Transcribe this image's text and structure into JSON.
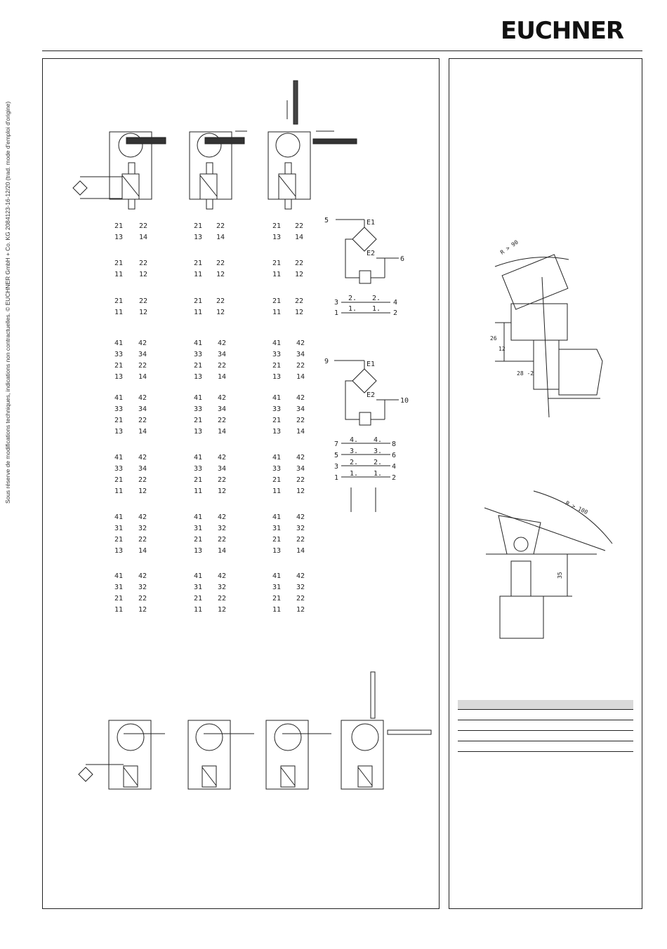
{
  "brand": {
    "logo_text": "EUCHNER"
  },
  "side_note": "Sous réserve de modifications techniques, indications non contractuelles.   © EUCHNER GmbH + Co. KG   2084123-16-12/20 (trad. mode d'emploi d'origine)",
  "contact_rows": [
    {
      "top": "21",
      "topr": "22",
      "bot": "13",
      "botr": "14"
    },
    {
      "top": "21",
      "topr": "22",
      "bot": "11",
      "botr": "12"
    },
    {
      "top": "21",
      "topr": "22",
      "bot": "11",
      "botr": "12"
    }
  ],
  "contact_blocks4": [
    {
      "a": "41",
      "ar": "42",
      "b": "33",
      "br": "34",
      "c": "21",
      "cr": "22",
      "d": "13",
      "dr": "14"
    },
    {
      "a": "41",
      "ar": "42",
      "b": "33",
      "br": "34",
      "c": "21",
      "cr": "22",
      "d": "13",
      "dr": "14"
    },
    {
      "a": "41",
      "ar": "42",
      "b": "33",
      "br": "34",
      "c": "21",
      "cr": "22",
      "d": "11",
      "dr": "12"
    },
    {
      "a": "41",
      "ar": "42",
      "b": "31",
      "br": "32",
      "c": "21",
      "cr": "22",
      "d": "13",
      "dr": "14"
    },
    {
      "a": "41",
      "ar": "42",
      "b": "31",
      "br": "32",
      "c": "21",
      "cr": "22",
      "d": "11",
      "dr": "12"
    }
  ],
  "circuit1": {
    "in": "5",
    "out": "6",
    "e1": "E1",
    "e2": "E2",
    "rows": [
      {
        "l": "3",
        "m1": "2.",
        "m2": "2.",
        "r": "4"
      },
      {
        "l": "1",
        "m1": "1.",
        "m2": "1.",
        "r": "2"
      }
    ]
  },
  "circuit2": {
    "in": "9",
    "out": "10",
    "e1": "E1",
    "e2": "E2",
    "rows": [
      {
        "l": "7",
        "m1": "4.",
        "m2": "4.",
        "r": "8"
      },
      {
        "l": "5",
        "m1": "3.",
        "m2": "3.",
        "r": "6"
      },
      {
        "l": "3",
        "m1": "2.",
        "m2": "2.",
        "r": "4"
      },
      {
        "l": "1",
        "m1": "1.",
        "m2": "1.",
        "r": "2"
      }
    ]
  },
  "dims": {
    "radius1": "R > 90",
    "radius2": "R > 100",
    "d26": "26",
    "d12": "12",
    "d28": "28 -2",
    "d35": "35"
  }
}
